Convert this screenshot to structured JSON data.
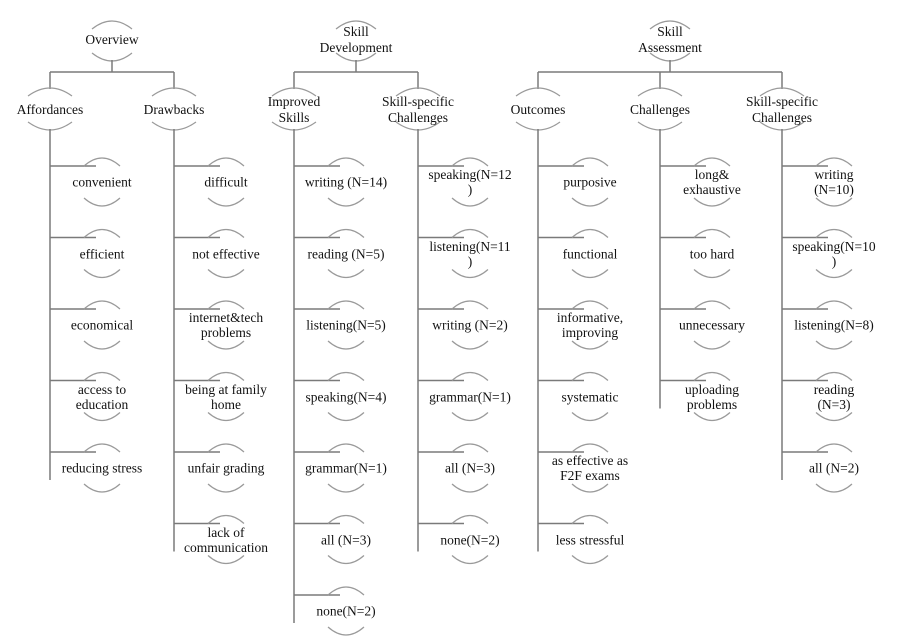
{
  "colors": {
    "line": "#7a7a7a",
    "arc": "#9a9a9a",
    "text": "#111111",
    "background": "#ffffff"
  },
  "sections": [
    {
      "id": "overview",
      "title": "Overview",
      "groups": [
        {
          "id": "affordances",
          "title": "Affordances",
          "items": [
            "convenient",
            "efficient",
            "economical",
            "access to\neducation",
            "reducing stress"
          ]
        },
        {
          "id": "drawbacks",
          "title": "Drawbacks",
          "items": [
            "difficult",
            "not effective",
            "internet&tech\nproblems",
            "being at family\nhome",
            "unfair grading",
            "lack of\ncommunication"
          ]
        }
      ]
    },
    {
      "id": "skill-development",
      "title": "Skill\nDevelopment",
      "groups": [
        {
          "id": "improved-skills",
          "title": "Improved\nSkills",
          "items": [
            "writing (N=14)",
            "reading (N=5)",
            "listening(N=5)",
            "speaking(N=4)",
            "grammar(N=1)",
            "all (N=3)",
            "none(N=2)"
          ]
        },
        {
          "id": "skill-specific-challenges-dev",
          "title": "Skill-specific\nChallenges",
          "items": [
            "speaking(N=12\n)",
            "listening(N=11\n)",
            "writing (N=2)",
            "grammar(N=1)",
            "all (N=3)",
            "none(N=2)"
          ]
        }
      ]
    },
    {
      "id": "skill-assessment",
      "title": "Skill\nAssessment",
      "groups": [
        {
          "id": "outcomes",
          "title": "Outcomes",
          "items": [
            "purposive",
            "functional",
            "informative,\nimproving",
            "systematic",
            "as effective as\nF2F exams",
            "less stressful"
          ]
        },
        {
          "id": "challenges",
          "title": "Challenges",
          "items": [
            "long&\nexhaustive",
            "too hard",
            "unnecessary",
            "uploading\nproblems"
          ]
        },
        {
          "id": "skill-specific-challenges-assess",
          "title": "Skill-specific\nChallenges",
          "items": [
            "writing (N=10)",
            "speaking(N=10\n)",
            "listening(N=8)",
            "reading (N=3)",
            "all (N=2)"
          ]
        }
      ]
    }
  ]
}
